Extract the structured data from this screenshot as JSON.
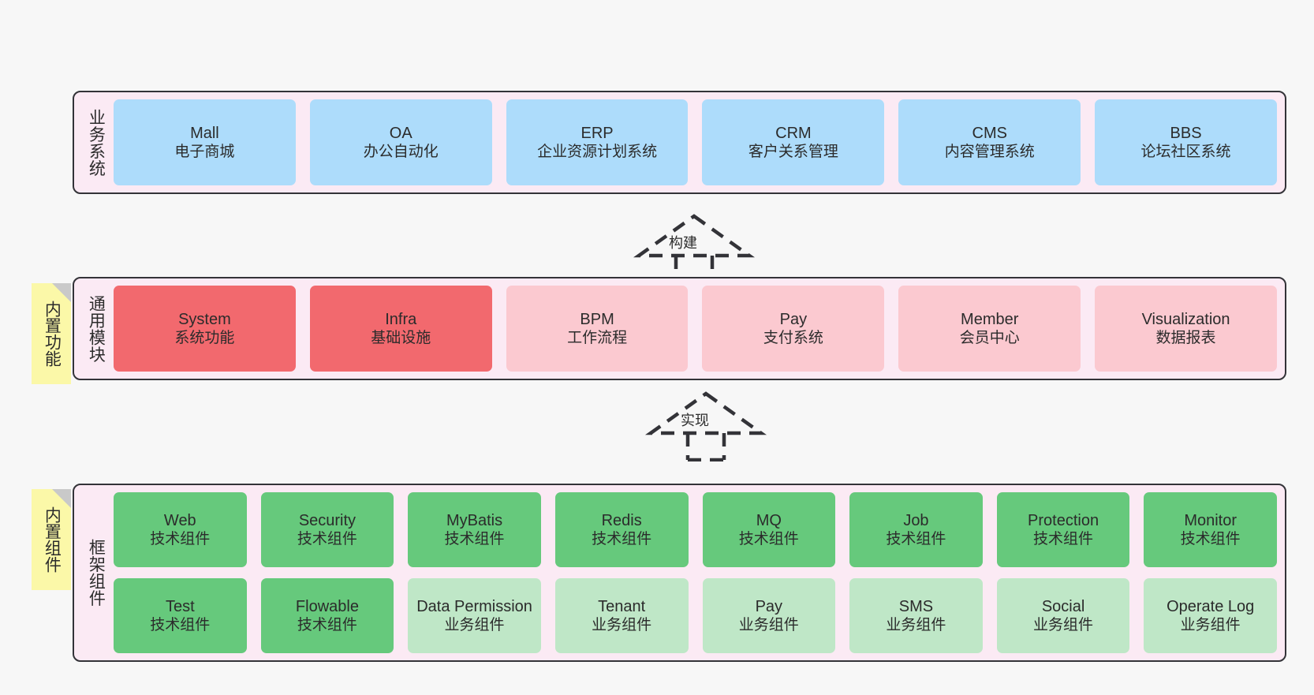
{
  "diagram": {
    "background": "#f7f7f7",
    "layer_fill": "#fbeaf4",
    "layer_border": "#333338",
    "note_fill": "#fbf8a8",
    "colors": {
      "business": "#addcfb",
      "core_module": "#f2696e",
      "module": "#fbc9d0",
      "tech_component": "#66c97c",
      "business_component": "#bfe7c7"
    }
  },
  "layers": [
    {
      "id": "business-system",
      "title": "业务系统",
      "rows": [
        [
          {
            "name": "Mall",
            "sub": "电子商城"
          },
          {
            "name": "OA",
            "sub": "办公自动化"
          },
          {
            "name": "ERP",
            "sub": "企业资源计划系统"
          },
          {
            "name": "CRM",
            "sub": "客户关系管理"
          },
          {
            "name": "CMS",
            "sub": "内容管理系统"
          },
          {
            "name": "BBS",
            "sub": "论坛社区系统"
          }
        ]
      ]
    },
    {
      "id": "common-module",
      "title": "通用模块",
      "note": "内置功能",
      "rows": [
        [
          {
            "name": "System",
            "sub": "系统功能"
          },
          {
            "name": "Infra",
            "sub": "基础设施"
          },
          {
            "name": "BPM",
            "sub": "工作流程"
          },
          {
            "name": "Pay",
            "sub": "支付系统"
          },
          {
            "name": "Member",
            "sub": "会员中心"
          },
          {
            "name": "Visualization",
            "sub": "数据报表"
          }
        ]
      ]
    },
    {
      "id": "framework-component",
      "title": "框架组件",
      "note": "内置组件",
      "rows": [
        [
          {
            "name": "Web",
            "sub": "技术组件"
          },
          {
            "name": "Security",
            "sub": "技术组件"
          },
          {
            "name": "MyBatis",
            "sub": "技术组件"
          },
          {
            "name": "Redis",
            "sub": "技术组件"
          },
          {
            "name": "MQ",
            "sub": "技术组件"
          },
          {
            "name": "Job",
            "sub": "技术组件"
          },
          {
            "name": "Protection",
            "sub": "技术组件"
          },
          {
            "name": "Monitor",
            "sub": "技术组件"
          }
        ],
        [
          {
            "name": "Test",
            "sub": "技术组件"
          },
          {
            "name": "Flowable",
            "sub": "技术组件"
          },
          {
            "name": "Data Permission",
            "sub": "业务组件"
          },
          {
            "name": "Tenant",
            "sub": "业务组件"
          },
          {
            "name": "Pay",
            "sub": "业务组件"
          },
          {
            "name": "SMS",
            "sub": "业务组件"
          },
          {
            "name": "Social",
            "sub": "业务组件"
          },
          {
            "name": "Operate Log",
            "sub": "业务组件"
          }
        ]
      ]
    }
  ],
  "connectors": [
    {
      "id": "build",
      "label": "构建"
    },
    {
      "id": "implement",
      "label": "实现"
    }
  ]
}
